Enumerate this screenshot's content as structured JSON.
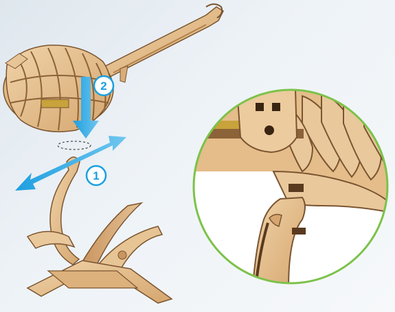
{
  "steps": [
    {
      "number": "1",
      "meaning": "attach-ring-over-neck-joint"
    },
    {
      "number": "2",
      "meaning": "press-down-onto-stand"
    }
  ],
  "colors": {
    "wood_light": "#e9c89c",
    "wood_mid": "#d9ad78",
    "wood_dark": "#b3824b",
    "wood_edge": "#7a5430",
    "arrow_blue": "#1aa0de",
    "zoom_ring": "#7cc24a",
    "zoom_bg": "#ffffff",
    "background": "#e6edf3"
  },
  "icons": [
    "double-arrow-icon",
    "down-arrow-icon",
    "zoom-circle"
  ]
}
